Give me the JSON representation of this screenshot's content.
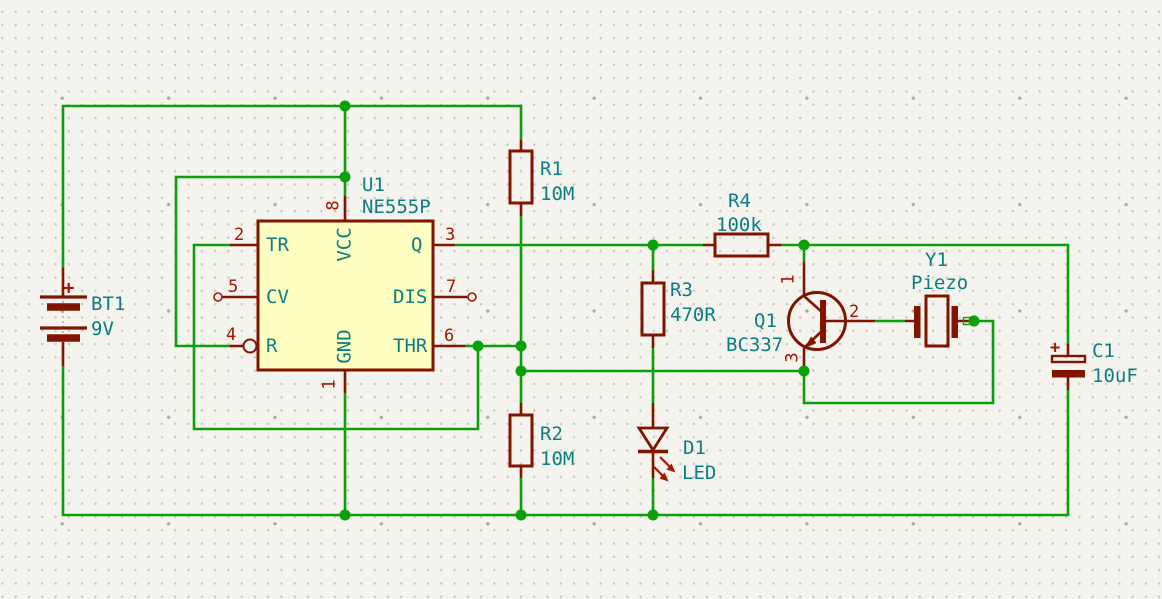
{
  "editor": {
    "background_color": "#F4F3EE",
    "wire_color": "#0AA00A",
    "symbol_outline_color": "#801400",
    "pin_number_color": "#A41400",
    "field_text_color": "#0B7E81",
    "ic_fill_color": "#FFFFC2"
  },
  "components": {
    "u1": {
      "ref": "U1",
      "value": "NE555P",
      "pins": {
        "tr": {
          "num": "2",
          "name": "TR"
        },
        "cv": {
          "num": "5",
          "name": "CV"
        },
        "r": {
          "num": "4",
          "name": "R"
        },
        "vcc": {
          "num": "8",
          "name": "VCC"
        },
        "gnd": {
          "num": "1",
          "name": "GND"
        },
        "q": {
          "num": "3",
          "name": "Q"
        },
        "dis": {
          "num": "7",
          "name": "DIS"
        },
        "thr": {
          "num": "6",
          "name": "THR"
        }
      }
    },
    "bt1": {
      "ref": "BT1",
      "value": "9V",
      "plus": "+"
    },
    "r1": {
      "ref": "R1",
      "value": "10M"
    },
    "r2": {
      "ref": "R2",
      "value": "10M"
    },
    "r3": {
      "ref": "R3",
      "value": "470R"
    },
    "r4": {
      "ref": "R4",
      "value": "100k"
    },
    "q1": {
      "ref": "Q1",
      "value": "BC337",
      "pins": {
        "collector": "1",
        "base": "2",
        "emitter": "3"
      }
    },
    "y1": {
      "ref": "Y1",
      "value": "Piezo"
    },
    "c1": {
      "ref": "C1",
      "value": "10uF",
      "plus": "+"
    },
    "d1": {
      "ref": "D1",
      "value": "LED"
    }
  }
}
